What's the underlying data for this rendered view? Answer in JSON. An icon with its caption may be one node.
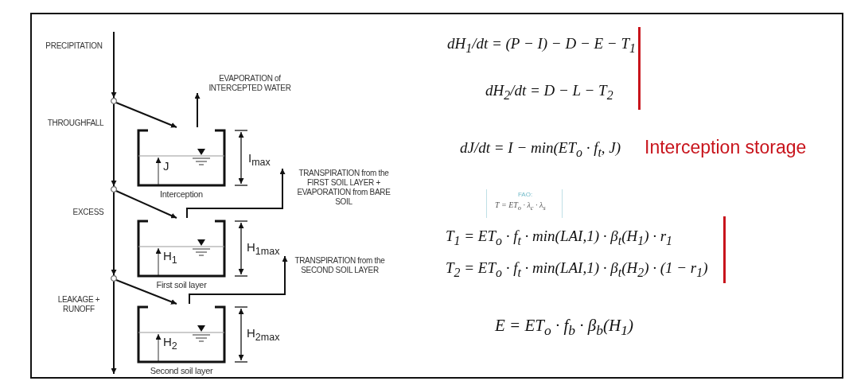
{
  "diagram": {
    "nodes": [
      {
        "text": [
          "Interception"
        ]
      },
      {
        "text": [
          "First soil layer"
        ]
      },
      {
        "text": [
          "Second soil layer"
        ]
      },
      {
        "text": [
          "EVAPORATION of INTERCEPTED WATER"
        ]
      },
      {
        "text": [
          "TRANSPIRATION from the FIRST SOIL LAYER + EVAPORATION from BARE SOIL"
        ]
      },
      {
        "text": [
          "TRANSPIRATION from the SECOND SOIL LAYER"
        ]
      },
      {
        "text": [],
        "shape": "circle"
      },
      {
        "text": [],
        "shape": "circle"
      },
      {
        "text": [],
        "shape": "circle"
      }
    ],
    "edges": [
      {
        "from": null,
        "to": 6,
        "arrow": "to",
        "label": "PRECIPITATION"
      },
      {
        "from": 6,
        "to": 7,
        "arrow": "to",
        "label": "THROUGHFALL"
      },
      {
        "from": 7,
        "to": 8,
        "arrow": "to",
        "label": "EXCESS"
      },
      {
        "from": 8,
        "to": null,
        "arrow": "to",
        "label": "LEAKAGE + RUNOFF"
      },
      {
        "from": 6,
        "to": 0,
        "arrow": "to"
      },
      {
        "from": 7,
        "to": 1,
        "arrow": "to"
      },
      {
        "from": 8,
        "to": 2,
        "arrow": "to"
      },
      {
        "from": 0,
        "to": 3,
        "arrow": "to"
      },
      {
        "from": 1,
        "to": 4,
        "arrow": "to"
      },
      {
        "from": 2,
        "to": 5,
        "arrow": "to"
      }
    ],
    "labels": [
      "dH$_{1}$/dt = (P − I) − D − E − T$_{1}$",
      "dH$_{2}$/dt = D − L − T$_{2}$",
      "J",
      "I$_{max}$",
      "dJ/dt = I − min(ET$_{o}$ · f$_{t}$, J)",
      "Interception storage",
      "FAO:",
      "T = ET$_{o}$ · λ$_{c}$ · λ$_{s}$",
      "H$_{1}$",
      "H$_{1max}$",
      "T$_{1}$ = ET$_{o}$ · f$_{t}$ · min(LAI,1) · β$_{t}$(H$_{1}$) · r$_{1}$",
      "T$_{2}$ = ET$_{o}$ · f$_{t}$ · min(LAI,1) · β$_{t}$(H$_{2}$) · (1 − r$_{1}$)",
      "H$_{2}$",
      "H$_{2max}$",
      "E = ET$_{o}$ · f$_{b}$ · β$_{b}$(H$_{1}$)"
    ]
  }
}
